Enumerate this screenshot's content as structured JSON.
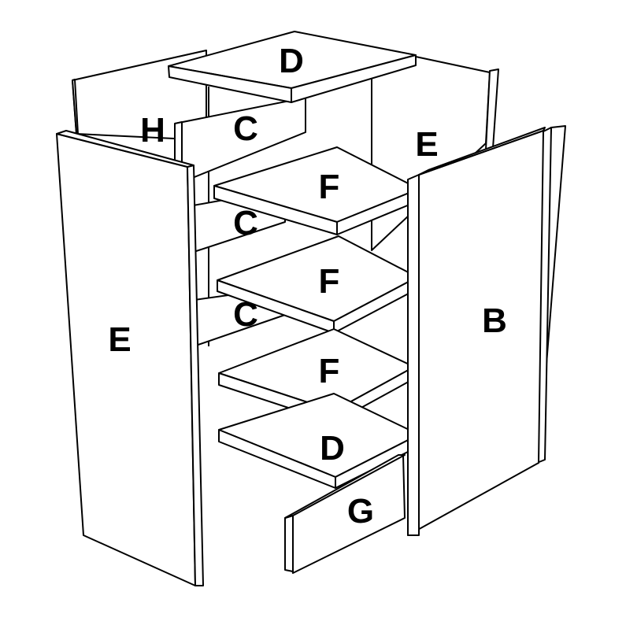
{
  "parts": {
    "top_panel": "D",
    "back_panel": "H",
    "back_rail_top": "C",
    "back_rail_middle": "C",
    "back_rail_bottom": "C",
    "right_side_panel": "E",
    "left_side_panel": "E",
    "door": "B",
    "shelf_top": "F",
    "shelf_middle": "F",
    "shelf_bottom": "F",
    "bottom_panel": "D",
    "plinth": "G"
  }
}
